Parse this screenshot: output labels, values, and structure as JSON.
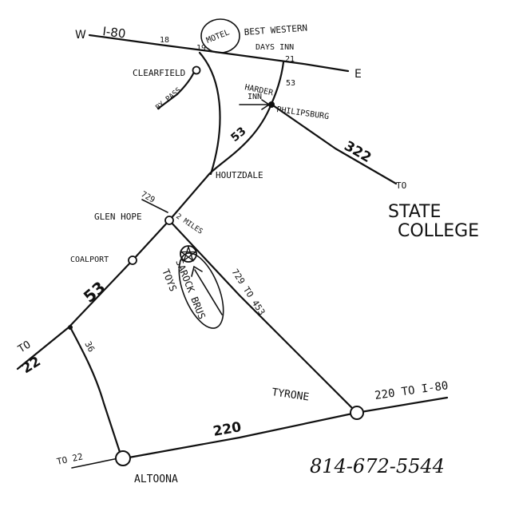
{
  "compass": {
    "west": "W",
    "east": "E"
  },
  "highways": {
    "i80": "I-80",
    "exit_18": "18",
    "exit_19": "19",
    "exit_21": "21",
    "rt53_north": "53",
    "rt53_mid": "53",
    "rt53_south": "53",
    "rt322": "322",
    "rt729": "729",
    "rt729_to_453": "729 TO 453",
    "rt36": "36",
    "rt220": "220",
    "rt220_to_i80": "220 TO I-80",
    "to_22_west": [
      "TO",
      "22"
    ],
    "to_22_altoona": "TO 22",
    "to_state_college": "TO",
    "bypass": "BY PASS",
    "miles": "2 MILES"
  },
  "places": {
    "motel": "MOTEL",
    "best_western": "BEST WESTERN",
    "days_inn": "DAYS INN",
    "clearfield": "CLEARFIELD",
    "harder_inn": [
      "HARDER",
      "INN"
    ],
    "philipsburg": "PHILIPSBURG",
    "houtzdale": "HOUTZDALE",
    "glen_hope": "GLEN HOPE",
    "coalport": "COALPORT",
    "state_college": [
      "STATE",
      "COLLEGE"
    ],
    "tyrone": "TYRONE",
    "altoona": "ALTOONA",
    "sarock_bros": [
      "SAROCK BRUS",
      "TOYS"
    ]
  },
  "phone": "814-672-5544"
}
